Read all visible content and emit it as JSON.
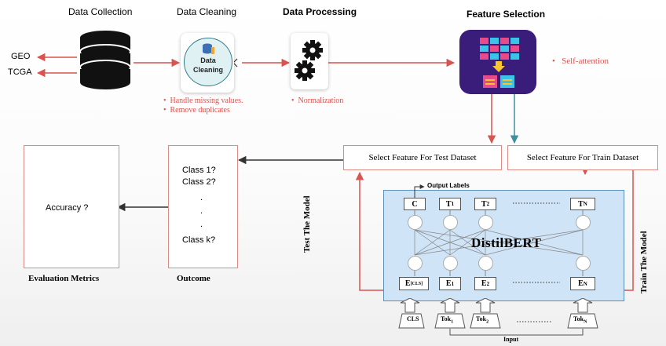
{
  "stages": {
    "collection": "Data Collection",
    "cleaning": "Data Cleaning",
    "processing": "Data Processing",
    "selection": "Feature Selection"
  },
  "sources": [
    "GEO",
    "TCGA"
  ],
  "cleaning_icon_text": [
    "Data",
    "Cleaning"
  ],
  "cleaning_notes": [
    "Handle missing values.",
    "Remove duplicates"
  ],
  "processing_notes": [
    "Normalization"
  ],
  "selection_notes": [
    "Self-attention"
  ],
  "select_test": "Select Feature For Test Dataset",
  "select_train": "Select Feature For Train Dataset",
  "outcome": {
    "title": "Outcome",
    "lines": [
      "Class 1?",
      "Class 2?",
      ".",
      ".",
      ".",
      "Class k?"
    ]
  },
  "evaluation": {
    "title": "Evaluation Metrics",
    "text": "Accuracy ?"
  },
  "model": {
    "name": "DistilBERT",
    "output_labels": "Output Labels",
    "test_label": "Test The Model",
    "train_label": "Train The Model",
    "input_label": "Input",
    "top": {
      "c": "C",
      "t1": "T",
      "t1_sub": "1",
      "t2": "T",
      "t2_sub": "2",
      "tn": "T",
      "tn_sub": "N"
    },
    "emb": {
      "ecls": "E",
      "ecls_sub": "[CLS]",
      "e1": "E",
      "e1_sub": "1",
      "e2": "E",
      "e2_sub": "2",
      "en": "E",
      "en_sub": "N"
    },
    "tokens": {
      "cls": "CLS",
      "tok1": "Tok",
      "tok1_sub": "1",
      "tok2": "Tok",
      "tok2_sub": "2",
      "tokn": "Tok",
      "tokn_sub": "N"
    }
  },
  "colors": {
    "arrow_red": "#d9534f",
    "arrow_teal": "#3f8fa0",
    "model_bg": "#cfe4f6",
    "feature_icon_bg": "#3a1c7a",
    "cleaning_icon_bg": "#dff1f3"
  }
}
